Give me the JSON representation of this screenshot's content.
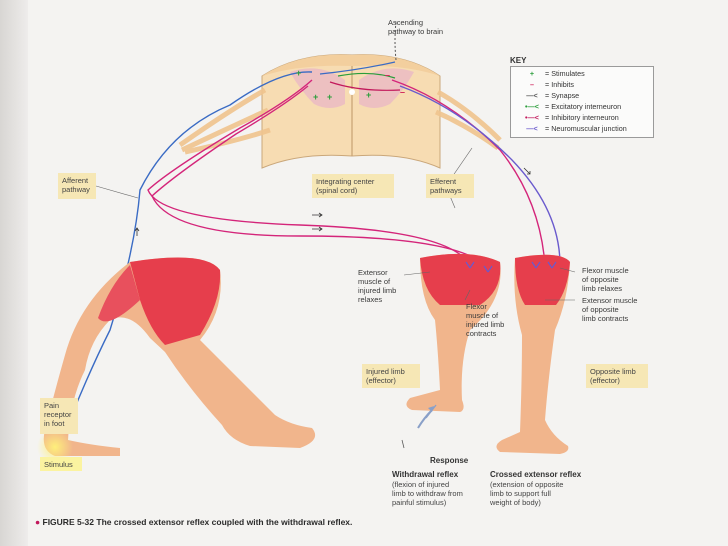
{
  "labels": {
    "ascending": "Ascending\npathway to brain",
    "afferent": "Afferent\npathway",
    "integrating": "Integrating center\n(spinal cord)",
    "efferent": "Efferent\npathways",
    "extensor_injured": "Extensor\nmuscle of\ninjured limb\nrelaxes",
    "flexor_injured": "Flexor\nmuscle of\ninjured limb\ncontracts",
    "flexor_opposite": "Flexor muscle\nof opposite\nlimb relaxes",
    "extensor_opposite": "Extensor muscle\nof opposite\nlimb contracts",
    "injured_limb": "Injured limb\n(effector)",
    "opposite_limb": "Opposite limb\n(effector)",
    "pain_receptor": "Pain\nreceptor\nin foot",
    "stimulus": "Stimulus",
    "response": "Response"
  },
  "key": {
    "title": "KEY",
    "items": [
      {
        "symbol": "+",
        "text": "= Stimulates",
        "color": "#2a9d3a"
      },
      {
        "symbol": "–",
        "text": "= Inhibits",
        "color": "#d0225a"
      },
      {
        "symbol": "—<",
        "text": "= Synapse",
        "color": "#555555"
      },
      {
        "symbol": "•—<",
        "text": "= Excitatory interneuron",
        "color": "#2a9d3a"
      },
      {
        "symbol": "•—<",
        "text": "= Inhibitory interneuron",
        "color": "#c2185b"
      },
      {
        "symbol": "—<",
        "text": "= Neuromuscular junction",
        "color": "#6a5acd"
      }
    ]
  },
  "reflexes": {
    "withdrawal_head": "Withdrawal reflex",
    "withdrawal_body": "(flexion of injured\nlimb to withdraw from\npainful stimulus)",
    "crossed_head": "Crossed extensor reflex",
    "crossed_body": "(extension of opposite\nlimb to support full\nweight of body)"
  },
  "caption": {
    "fig": "FIGURE 5-32",
    "text": "The crossed extensor reflex coupled with the withdrawal reflex."
  },
  "colors": {
    "skin": "#f1b58c",
    "muscle": "#e63e4c",
    "nerve_pink": "#d4257a",
    "nerve_blue": "#3a6bc4",
    "cord": "#f7dcb2",
    "label_box": "#f6e7b5"
  }
}
